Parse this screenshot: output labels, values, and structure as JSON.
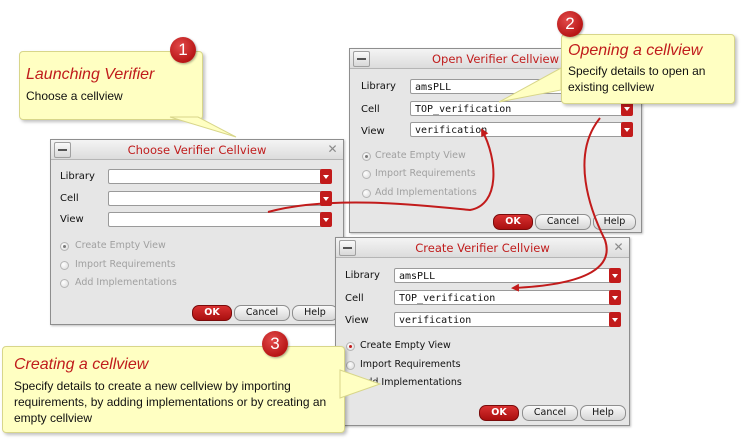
{
  "callout1": {
    "number": "1",
    "title": "Launching Verifier",
    "body": "Choose a cellview"
  },
  "callout2": {
    "number": "2",
    "title": "Opening a cellview",
    "body": "Specify details to open an existing cellview"
  },
  "callout3": {
    "number": "3",
    "title": "Creating a cellview",
    "body": "Specify details to create a new cellview by importing requirements, by adding implementations or by creating an empty cellview"
  },
  "choose": {
    "title": "Choose Verifier Cellview",
    "library_label": "Library",
    "cell_label": "Cell",
    "view_label": "View",
    "library": "",
    "cell": "",
    "view": "",
    "options": [
      "Create Empty View",
      "Import Requirements",
      "Add Implementations"
    ],
    "ok": "OK",
    "cancel": "Cancel",
    "help": "Help"
  },
  "open": {
    "title": "Open Verifier Cellview",
    "library_label": "Library",
    "cell_label": "Cell",
    "view_label": "View",
    "library": "amsPLL",
    "cell": "TOP_verification",
    "view": "verification",
    "options": [
      "Create Empty View",
      "Import Requirements",
      "Add Implementations"
    ],
    "ok": "OK",
    "cancel": "Cancel",
    "help": "Help"
  },
  "create": {
    "title": "Create Verifier Cellview",
    "library_label": "Library",
    "cell_label": "Cell",
    "view_label": "View",
    "library": "amsPLL",
    "cell": "TOP_verification",
    "view": "verification",
    "options": [
      "Create Empty View",
      "Import Requirements",
      "Add Implementations"
    ],
    "ok": "OK",
    "cancel": "Cancel",
    "help": "Help"
  },
  "colors": {
    "accent": "#c21b1b",
    "callout_bg": "#ffffc2",
    "dialog_bg": "#e6e6e6"
  }
}
